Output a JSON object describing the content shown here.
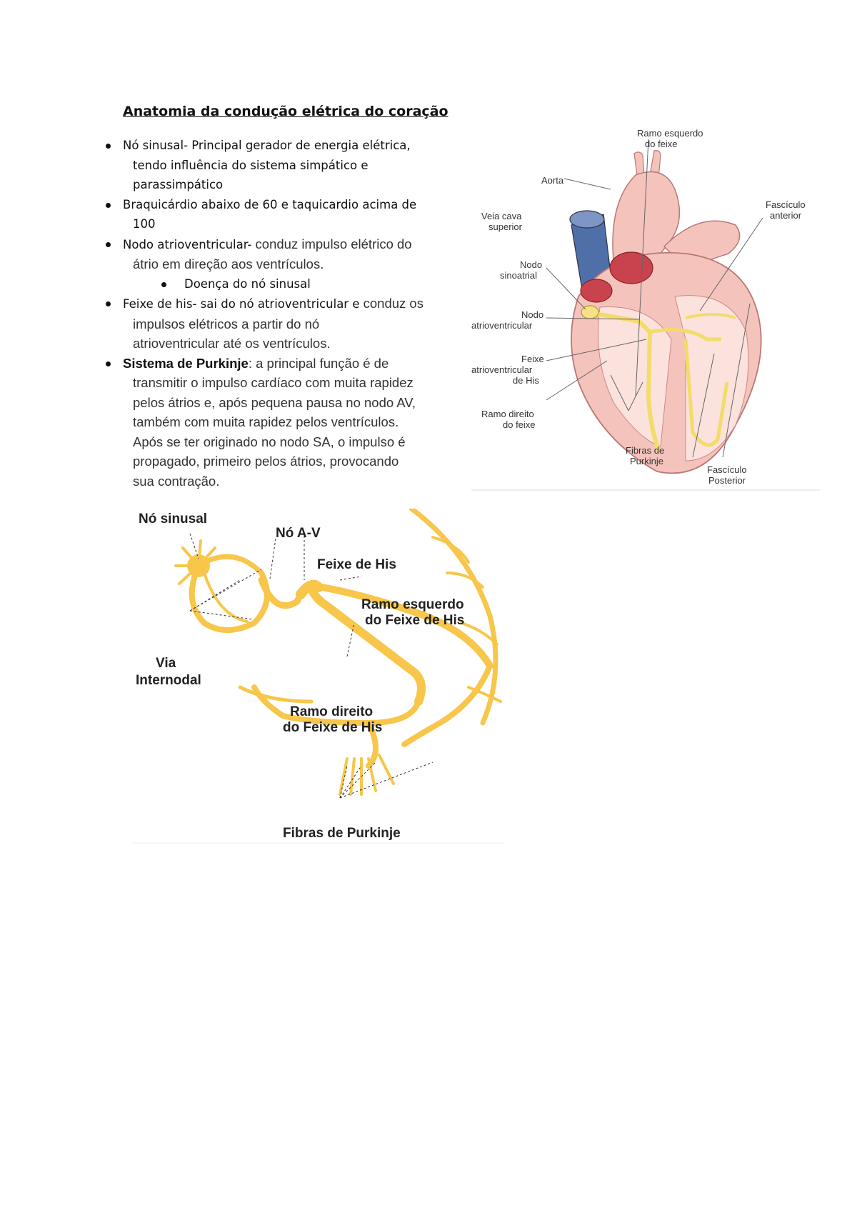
{
  "document": {
    "title": "Anatomia da condução elétrica do coração",
    "bullets": [
      {
        "label": "Nó sinusal-",
        "text_first": " Principal gerador de energia elétrica,",
        "text_cont_1": "tendo influência do sistema simpático e",
        "text_cont_2": "parassimpático"
      },
      {
        "text_first": "Braquicárdio abaixo de 60 e taquicardio acima de",
        "text_cont_1": "100"
      },
      {
        "label": "Nodo atrioventricular-",
        "text_first": " conduz impulso elétrico do",
        "text_cont_1": "átrio em direção aos ventrículos."
      },
      {
        "text_first": "Doença do nó sinusal"
      },
      {
        "label": "Feixe de his- sai do nó atrioventricular e",
        "text_first": " conduz os",
        "text_cont_1": "impulsos elétricos a partir do nó",
        "text_cont_2": "atrioventricular até os ventrículos."
      },
      {
        "label": "Sistema de Purkinje",
        "text_first": ": a principal função é de",
        "text_cont_1": "transmitir o impulso cardíaco com muita rapidez",
        "text_cont_2": "pelos átrios e, após pequena pausa no nodo AV,",
        "text_cont_3": "também com muita rapidez pelos ventrículos.",
        "text_cont_4": "Após se ter originado no nodo SA, o impulso é",
        "text_cont_5": "propagado, primeiro pelos átrios, provocando",
        "text_cont_6": "sua contração."
      }
    ]
  },
  "heart_figure": {
    "labels": {
      "ramo_esquerdo_1": "Ramo esquerdo",
      "ramo_esquerdo_2": "do feixe",
      "aorta": "Aorta",
      "veia_cava_1": "Veia cava",
      "veia_cava_2": "superior",
      "fasciculo_anterior_1": "Fascículo",
      "fasciculo_anterior_2": "anterior",
      "nodo_sinoatrial_1": "Nodo",
      "nodo_sinoatrial_2": "sinoatrial",
      "nodo_av_1": "Nodo",
      "nodo_av_2": "atrioventricular",
      "feixe_his_1": "Feixe",
      "feixe_his_2": "atrioventricular",
      "feixe_his_3": "de His",
      "ramo_direito_1": "Ramo direito",
      "ramo_direito_2": "do feixe",
      "fibras_1": "Fibras de",
      "fibras_2": "Purkinje",
      "fasciculo_posterior_1": "Fascículo",
      "fasciculo_posterior_2": "Posterior"
    }
  },
  "conduction_figure": {
    "labels": {
      "no_sinusal": "Nó sinusal",
      "no_av": "Nó A-V",
      "feixe_his": "Feixe de His",
      "ramo_esquerdo_1": "Ramo esquerdo",
      "ramo_esquerdo_2": "do Feixe de His",
      "via_1": "Via",
      "via_2": "Internodal",
      "ramo_direito_1": "Ramo direito",
      "ramo_direito_2": "do Feixe de His",
      "fibras": "Fibras de Purkinje"
    }
  },
  "colors": {
    "conduction_yellow": "#f7c64a",
    "heart_pink": "#f4c3bc",
    "heart_red": "#c9434f",
    "vein_blue": "#4f6fa8"
  }
}
